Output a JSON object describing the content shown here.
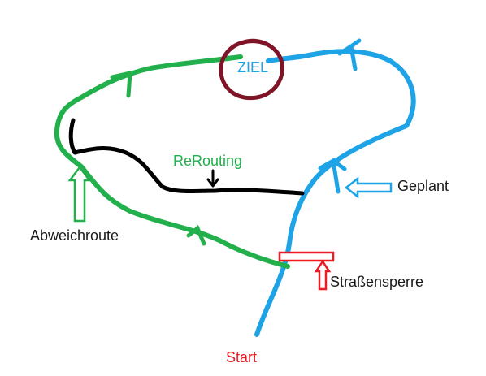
{
  "labels": {
    "ziel": "ZIEL",
    "rerouting": "ReRouting",
    "geplant": "Geplant",
    "abweichroute": "Abweichroute",
    "strassensperre": "Straßensperre",
    "start": "Start"
  },
  "colors": {
    "planned_route": "#1ea3e6",
    "alternative_route": "#22b04c",
    "rerouting_path": "#000000",
    "destination_circle": "#7f1426",
    "roadblock": "#ed1c24",
    "label_text": "#1a1a1a"
  }
}
